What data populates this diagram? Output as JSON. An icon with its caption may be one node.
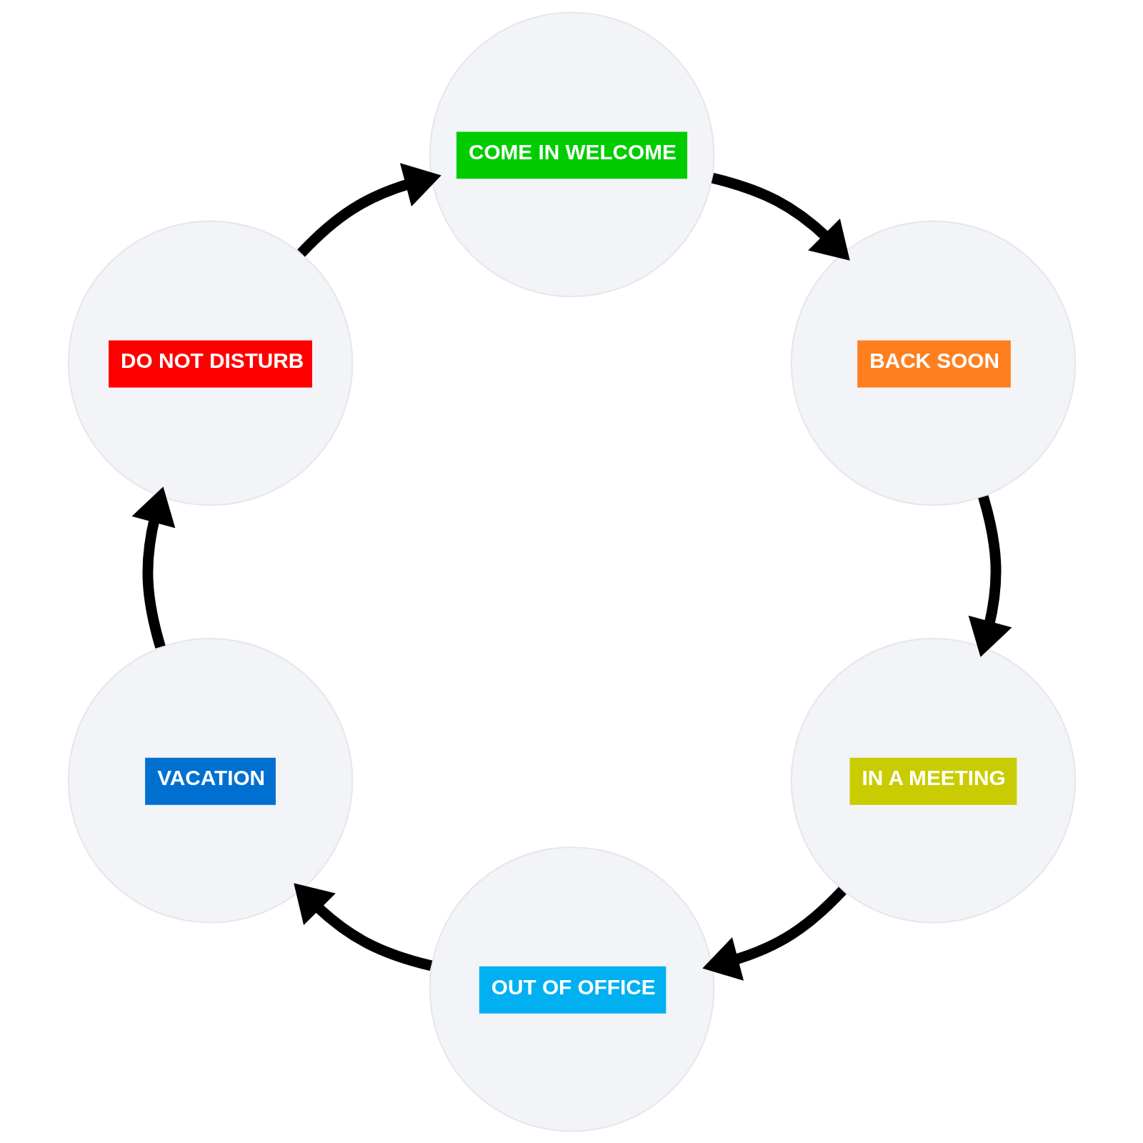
{
  "diagram": {
    "nodes": [
      {
        "text": [
          "COME IN WELCOME"
        ]
      },
      {
        "text": [
          "BACK SOON"
        ]
      },
      {
        "text": [
          "IN A MEETING"
        ]
      },
      {
        "text": [
          "OUT OF OFFICE"
        ]
      },
      {
        "text": [
          "VACATION"
        ]
      },
      {
        "text": [
          "DO NOT DISTURB"
        ]
      }
    ],
    "edges": [
      {
        "from": 0,
        "to": 1,
        "arrow": "to"
      },
      {
        "from": 1,
        "to": 2,
        "arrow": "to"
      },
      {
        "from": 2,
        "to": 3,
        "arrow": "to"
      },
      {
        "from": 3,
        "to": 4,
        "arrow": "to"
      },
      {
        "from": 4,
        "to": 5,
        "arrow": "to"
      },
      {
        "from": 5,
        "to": 0,
        "arrow": "to"
      }
    ]
  }
}
